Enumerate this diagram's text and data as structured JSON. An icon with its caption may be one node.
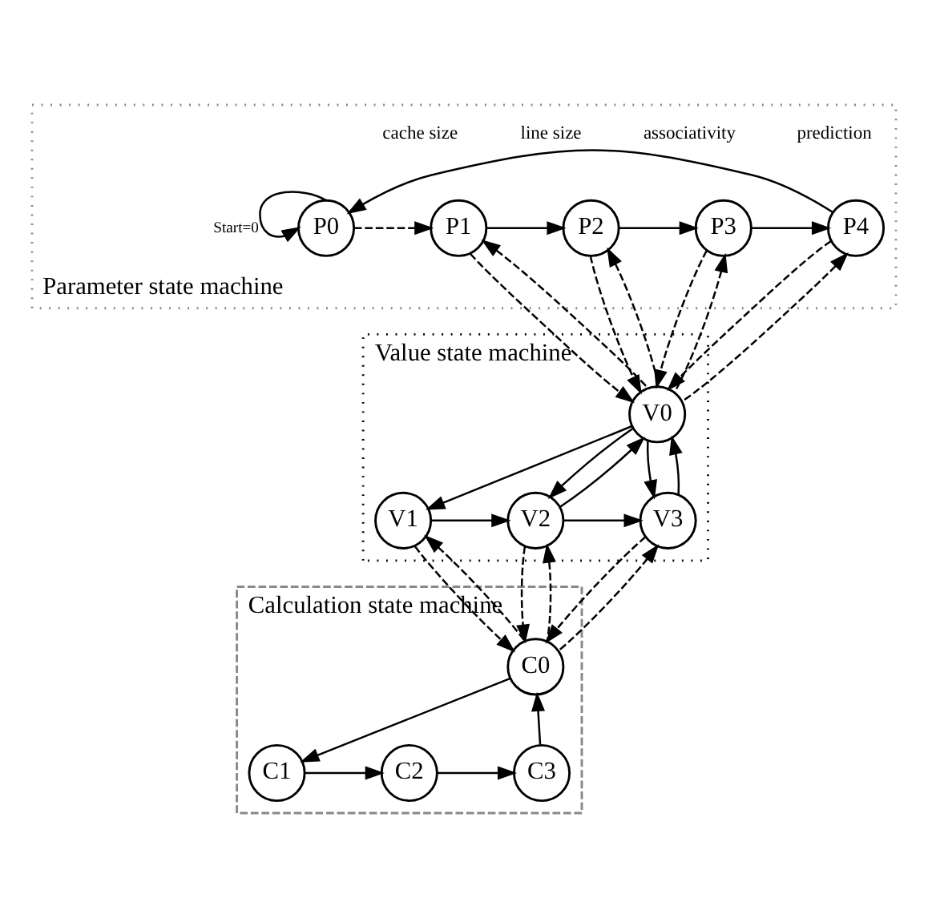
{
  "diagram": {
    "nodes": [
      {
        "text": [
          "Parameter state machine"
        ]
      },
      {
        "text": [
          "P0"
        ],
        "in": 0
      },
      {
        "text": [
          "P1"
        ],
        "in": 0,
        "beside": [
          "cache size"
        ]
      },
      {
        "text": [
          "P2"
        ],
        "in": 0,
        "beside": [
          "line size"
        ]
      },
      {
        "text": [
          "P3"
        ],
        "in": 0,
        "beside": [
          "associativity"
        ]
      },
      {
        "text": [
          "P4"
        ],
        "in": 0,
        "beside": [
          "prediction"
        ]
      },
      {
        "text": [
          "Value state machine"
        ]
      },
      {
        "text": [
          "V0"
        ],
        "in": 6
      },
      {
        "text": [
          "V1"
        ],
        "in": 6
      },
      {
        "text": [
          "V2"
        ],
        "in": 6
      },
      {
        "text": [
          "V3"
        ],
        "in": 6
      },
      {
        "text": [
          "Calculation state machine"
        ]
      },
      {
        "text": [
          "C0"
        ],
        "in": 11
      },
      {
        "text": [
          "C1"
        ],
        "in": 11
      },
      {
        "text": [
          "C2"
        ],
        "in": 11
      },
      {
        "text": [
          "C3"
        ],
        "in": 11
      }
    ],
    "edges": [
      {
        "from": 1,
        "to": 1,
        "arrow": "to",
        "label": "Start=0"
      },
      {
        "from": 1,
        "to": 2,
        "arrow": "to",
        "style": "dashed"
      },
      {
        "from": 2,
        "to": 3,
        "arrow": "to"
      },
      {
        "from": 3,
        "to": 4,
        "arrow": "to"
      },
      {
        "from": 4,
        "to": 5,
        "arrow": "to"
      },
      {
        "from": 5,
        "to": 1,
        "arrow": "to"
      },
      {
        "from": 2,
        "to": 7,
        "arrow": "to",
        "style": "dashed"
      },
      {
        "from": 7,
        "to": 2,
        "arrow": "to",
        "style": "dashed"
      },
      {
        "from": 3,
        "to": 7,
        "arrow": "to",
        "style": "dashed"
      },
      {
        "from": 7,
        "to": 3,
        "arrow": "to",
        "style": "dashed"
      },
      {
        "from": 4,
        "to": 7,
        "arrow": "to",
        "style": "dashed"
      },
      {
        "from": 7,
        "to": 4,
        "arrow": "to",
        "style": "dashed"
      },
      {
        "from": 5,
        "to": 7,
        "arrow": "to",
        "style": "dashed"
      },
      {
        "from": 7,
        "to": 5,
        "arrow": "to",
        "style": "dashed"
      },
      {
        "from": 7,
        "to": 8,
        "arrow": "to"
      },
      {
        "from": 7,
        "to": 9,
        "arrow": "to"
      },
      {
        "from": 9,
        "to": 7,
        "arrow": "to"
      },
      {
        "from": 7,
        "to": 10,
        "arrow": "to"
      },
      {
        "from": 10,
        "to": 7,
        "arrow": "to"
      },
      {
        "from": 8,
        "to": 9,
        "arrow": "to"
      },
      {
        "from": 9,
        "to": 10,
        "arrow": "to"
      },
      {
        "from": 8,
        "to": 12,
        "arrow": "to",
        "style": "dashed"
      },
      {
        "from": 12,
        "to": 8,
        "arrow": "to",
        "style": "dashed"
      },
      {
        "from": 9,
        "to": 12,
        "arrow": "to",
        "style": "dashed"
      },
      {
        "from": 12,
        "to": 9,
        "arrow": "to",
        "style": "dashed"
      },
      {
        "from": 10,
        "to": 12,
        "arrow": "to",
        "style": "dashed"
      },
      {
        "from": 12,
        "to": 10,
        "arrow": "to",
        "style": "dashed"
      },
      {
        "from": 12,
        "to": 13,
        "arrow": "to"
      },
      {
        "from": 13,
        "to": 14,
        "arrow": "to"
      },
      {
        "from": 14,
        "to": 15,
        "arrow": "to"
      },
      {
        "from": 15,
        "to": 12,
        "arrow": "to"
      }
    ]
  }
}
